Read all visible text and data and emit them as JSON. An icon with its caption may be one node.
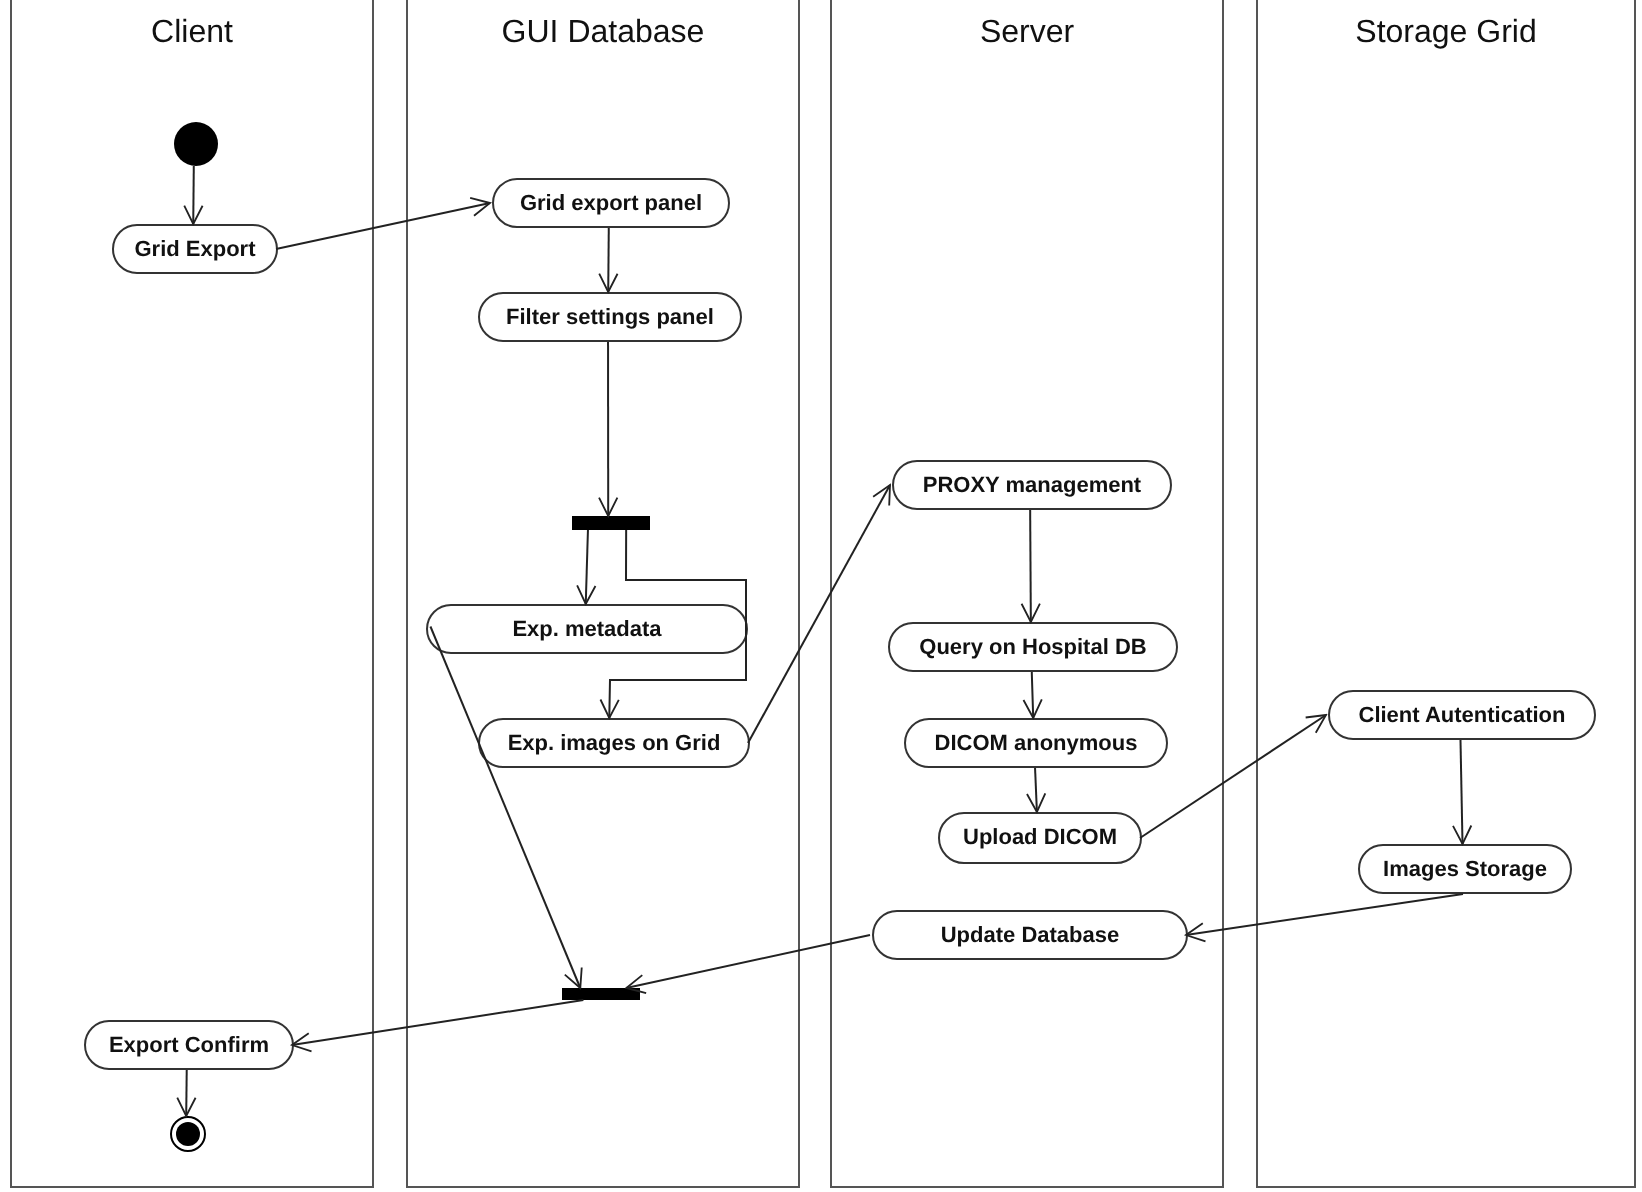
{
  "diagram": {
    "nodes": [
      {
        "text": [
          "Client"
        ]
      },
      {
        "text": [
          "GUI Database"
        ]
      },
      {
        "text": [
          "Server"
        ]
      },
      {
        "text": [
          "Storage Grid"
        ]
      },
      {
        "text": [],
        "shape": "circle",
        "in": 0
      },
      {
        "text": [
          "Grid Export"
        ],
        "in": 0
      },
      {
        "text": [
          "Grid export panel"
        ],
        "in": 1
      },
      {
        "text": [
          "Filter settings panel"
        ],
        "in": 1
      },
      {
        "text": [],
        "shape": "bar",
        "in": 1
      },
      {
        "text": [
          "Exp. metadata"
        ],
        "in": 1
      },
      {
        "text": [
          "Exp. images on Grid"
        ],
        "in": 1
      },
      {
        "text": [
          "PROXY management"
        ],
        "in": 2
      },
      {
        "text": [
          "Query on Hospital DB"
        ],
        "in": 2
      },
      {
        "text": [
          "DICOM anonymous"
        ],
        "in": 2
      },
      {
        "text": [
          "Upload DICOM"
        ],
        "in": 2
      },
      {
        "text": [
          "Client Autentication"
        ],
        "in": 3
      },
      {
        "text": [
          "Images Storage"
        ],
        "in": 3
      },
      {
        "text": [
          "Update Database"
        ],
        "in": 2
      },
      {
        "text": [],
        "shape": "bar",
        "in": 1
      },
      {
        "text": [
          "Export Confirm"
        ],
        "in": 0
      },
      {
        "text": [],
        "shape": "bullseye",
        "in": 0
      }
    ],
    "edges": [
      {
        "from": 4,
        "to": 5,
        "arrow": "to"
      },
      {
        "from": 5,
        "to": 6,
        "arrow": "to"
      },
      {
        "from": 6,
        "to": 7,
        "arrow": "to"
      },
      {
        "from": 7,
        "to": 8,
        "arrow": "to"
      },
      {
        "from": 8,
        "to": 9,
        "arrow": "to"
      },
      {
        "from": 8,
        "to": 10,
        "arrow": "to"
      },
      {
        "from": 10,
        "to": 11,
        "arrow": "to"
      },
      {
        "from": 9,
        "to": 18,
        "arrow": "to"
      },
      {
        "from": 11,
        "to": 12,
        "arrow": "to"
      },
      {
        "from": 12,
        "to": 13,
        "arrow": "to"
      },
      {
        "from": 13,
        "to": 14,
        "arrow": "to"
      },
      {
        "from": 14,
        "to": 15,
        "arrow": "to"
      },
      {
        "from": 15,
        "to": 16,
        "arrow": "to"
      },
      {
        "from": 16,
        "to": 17,
        "arrow": "to"
      },
      {
        "from": 17,
        "to": 18,
        "arrow": "to"
      },
      {
        "from": 18,
        "to": 19,
        "arrow": "to"
      },
      {
        "from": 19,
        "to": 20,
        "arrow": "to"
      }
    ]
  }
}
